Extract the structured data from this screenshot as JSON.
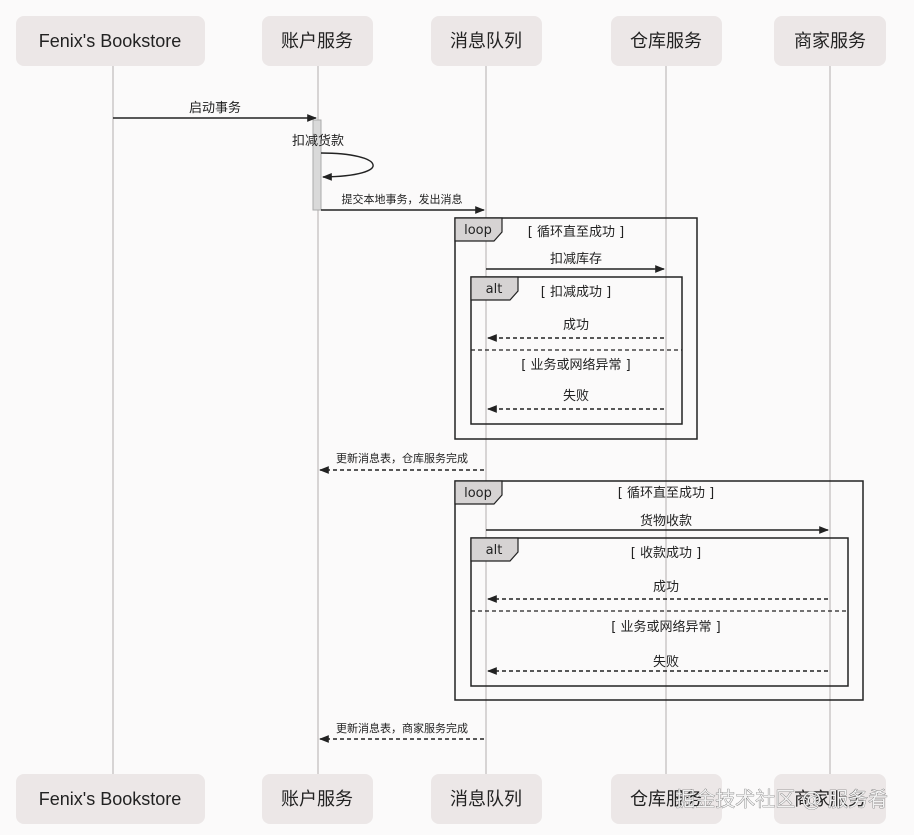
{
  "actors": [
    "Fenix's Bookstore",
    "账户服务",
    "消息队列",
    "仓库服务",
    "商家服务"
  ],
  "messages": {
    "start_tx": "启动事务",
    "deduct_payment": "扣减货款",
    "commit_local": "提交本地事务，发出消息",
    "deduct_stock": "扣减库存",
    "success_1": "成功",
    "fail_1": "失败",
    "update_warehouse": "更新消息表，仓库服务完成",
    "collect_payment": "货物收款",
    "success_2": "成功",
    "fail_2": "失败",
    "update_merchant": "更新消息表，商家服务完成"
  },
  "frames": {
    "loop_keyword": "loop",
    "alt_keyword": "alt",
    "loop_guard": "[ 循环直至成功 ]",
    "alt1_guard": "[ 扣减成功 ]",
    "alt1_else_guard": "[ 业务或网络异常 ]",
    "alt2_guard": "[ 收款成功 ]",
    "alt2_else_guard": "[ 业务或网络异常 ]"
  },
  "watermark": "掘金技术社区 @ 服务肴"
}
